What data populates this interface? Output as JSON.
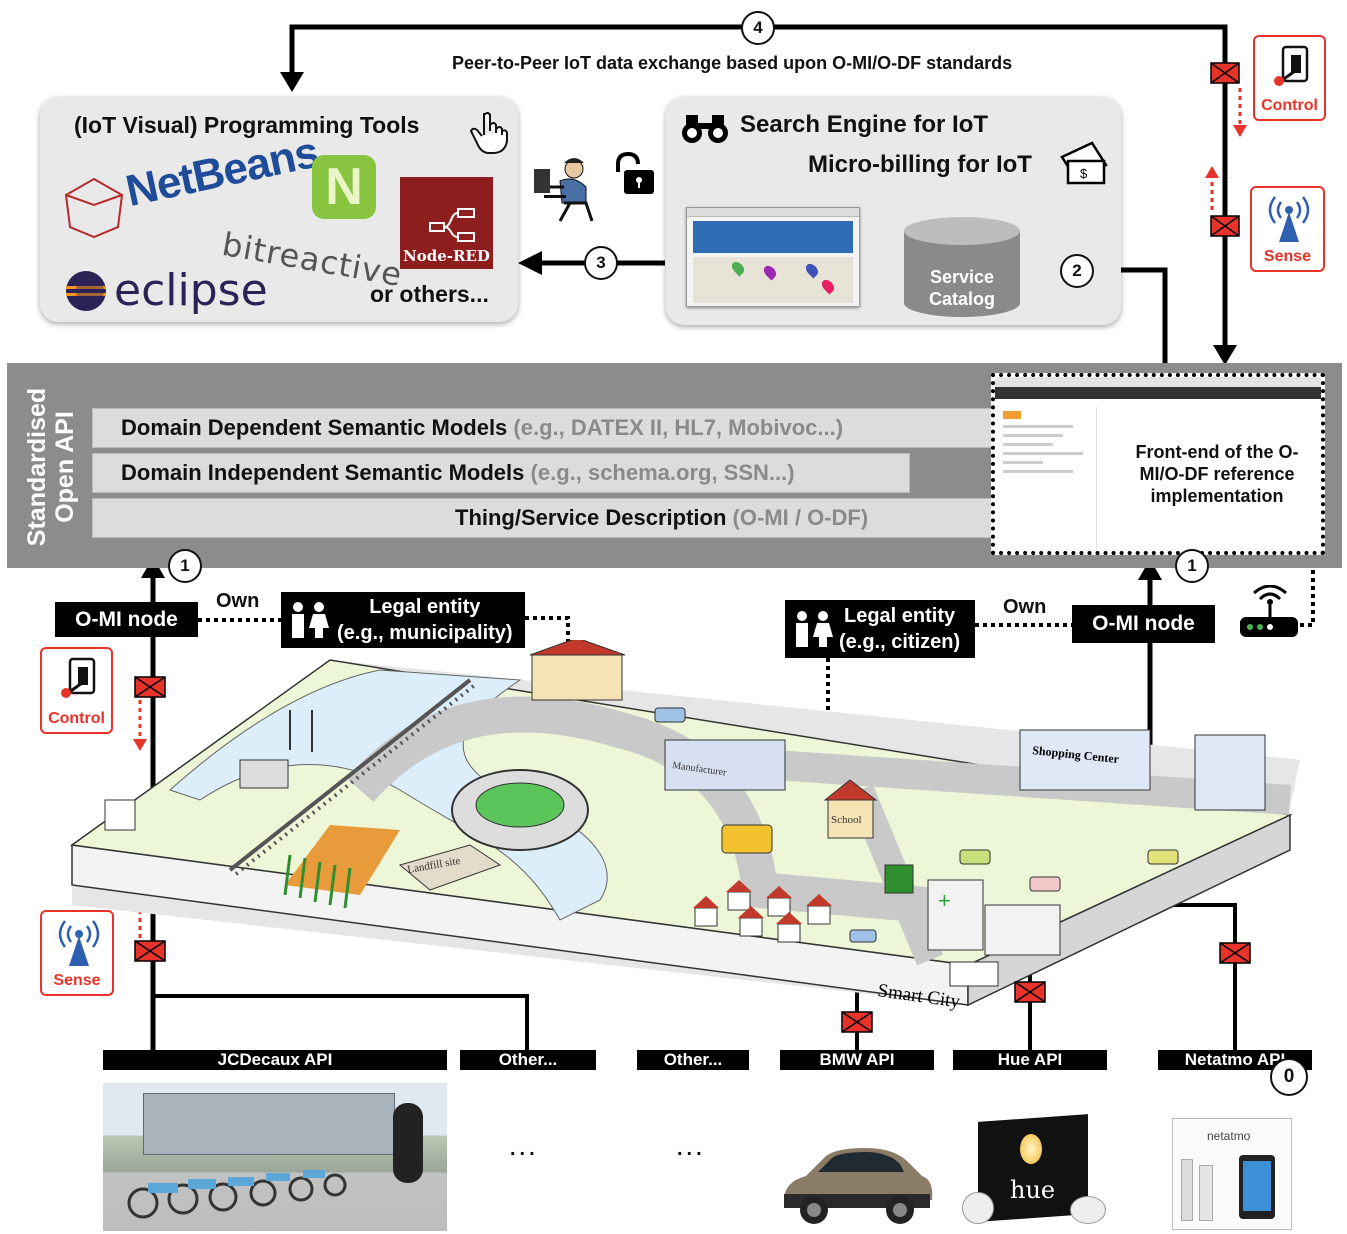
{
  "arrow4": {
    "number": "4",
    "label": "Peer-to-Peer IoT data exchange based upon O-MI/O-DF standards"
  },
  "tools_panel": {
    "title": "(IoT Visual) Programming Tools",
    "logos": [
      "NetBeans",
      "bitreactive",
      "Node-RED",
      "eclipse"
    ],
    "others": "or others..."
  },
  "search_panel": {
    "search_label": "Search Engine for IoT",
    "billing_label": "Micro-billing for IoT",
    "catalog_label_1": "Service",
    "catalog_label_2": "Catalog"
  },
  "step_numbers": {
    "n1a": "1",
    "n1b": "1",
    "n2": "2",
    "n3": "3",
    "n0": "0"
  },
  "api_band": {
    "side_label_1": "Standardised",
    "side_label_2": "Open API",
    "models": [
      {
        "main": "Domain Dependent Semantic Models",
        "example": "(e.g., DATEX II, HL7, Mobivoc...)"
      },
      {
        "main": "Domain Independent Semantic Models",
        "example": "(e.g., schema.org, SSN...)"
      },
      {
        "main": "Thing/Service Description",
        "example": "(O-MI / O-DF)"
      }
    ],
    "frontend_text": "Front-end of the O-MI/O-DF reference implementation"
  },
  "left_node": {
    "node": "O-MI node",
    "own": "Own",
    "entity_1": "Legal entity",
    "entity_2": "(e.g., municipality)"
  },
  "right_node": {
    "node": "O-MI node",
    "own": "Own",
    "entity_1": "Legal entity",
    "entity_2": "(e.g., citizen)"
  },
  "control_label": "Control",
  "sense_label": "Sense",
  "city": {
    "caption": "Smart City",
    "shopping": "Shopping Center",
    "manufacturer": "Manufacturer",
    "school": "School",
    "landfill": "Landfill site"
  },
  "apis": [
    "JCDecaux API",
    "Other...",
    "Other...",
    "BMW API",
    "Hue API",
    "Netatmo API"
  ],
  "ellipsis": "...",
  "product_labels": {
    "hue": "hue",
    "netatmo": "netatmo"
  },
  "colors": {
    "red": "#e8332a",
    "band": "#8c8c8c",
    "panel": "#e9e9e9"
  }
}
